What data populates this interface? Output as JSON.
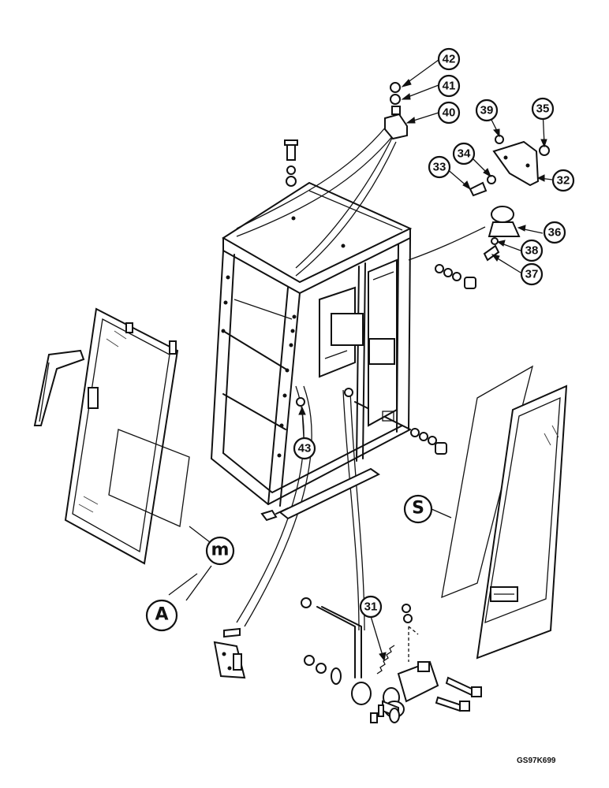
{
  "callouts": {
    "c31": "31",
    "c32": "32",
    "c33": "33",
    "c34": "34",
    "c35": "35",
    "c36": "36",
    "c37": "37",
    "c38": "38",
    "c39": "39",
    "c40": "40",
    "c41": "41",
    "c42": "42",
    "c43": "43"
  },
  "symbols": {
    "left_seal": "m",
    "right_seal": "S",
    "adhesive": "A"
  },
  "figure_code": "GS97K699"
}
